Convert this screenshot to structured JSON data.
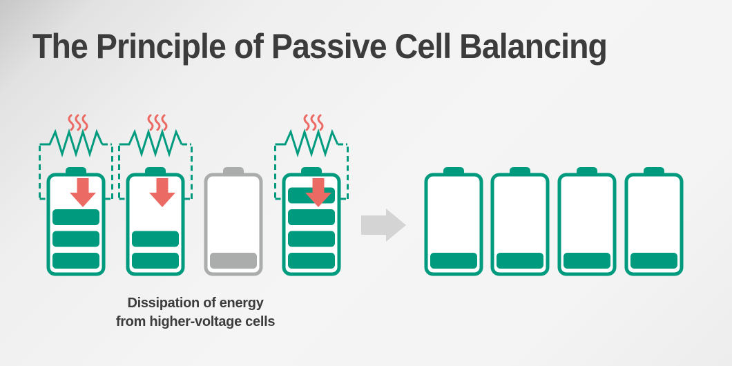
{
  "title": "The Principle of Passive Cell Balancing",
  "caption": {
    "line1": "Dissipation of energy",
    "line2": "from higher-voltage cells"
  },
  "colors": {
    "teal": "#009b7e",
    "salmon": "#ec6a64",
    "gray_cell": "#abacac",
    "arrow_gray": "#d4d4d4",
    "battery_fill": "#ffffff",
    "text": "#3c3c3c"
  },
  "icons": {
    "resistor": "zigzag-resistor",
    "heat_waves": "triple-wavy-heat-lines",
    "discharge_arrow": "red-down-arrow",
    "transition_arrow": "gray-right-arrow"
  },
  "diagram": {
    "before_cells": [
      {
        "bars": 3,
        "bars_total": 4,
        "dissipating": true,
        "muted": false
      },
      {
        "bars": 2,
        "bars_total": 4,
        "dissipating": true,
        "muted": false
      },
      {
        "bars": 1,
        "bars_total": 4,
        "dissipating": false,
        "muted": true
      },
      {
        "bars": 4,
        "bars_total": 4,
        "dissipating": true,
        "muted": false
      }
    ],
    "after_cells": [
      {
        "bars": 1,
        "bars_total": 4,
        "dissipating": false,
        "muted": false
      },
      {
        "bars": 1,
        "bars_total": 4,
        "dissipating": false,
        "muted": false
      },
      {
        "bars": 1,
        "bars_total": 4,
        "dissipating": false,
        "muted": false
      },
      {
        "bars": 1,
        "bars_total": 4,
        "dissipating": false,
        "muted": false
      }
    ]
  }
}
